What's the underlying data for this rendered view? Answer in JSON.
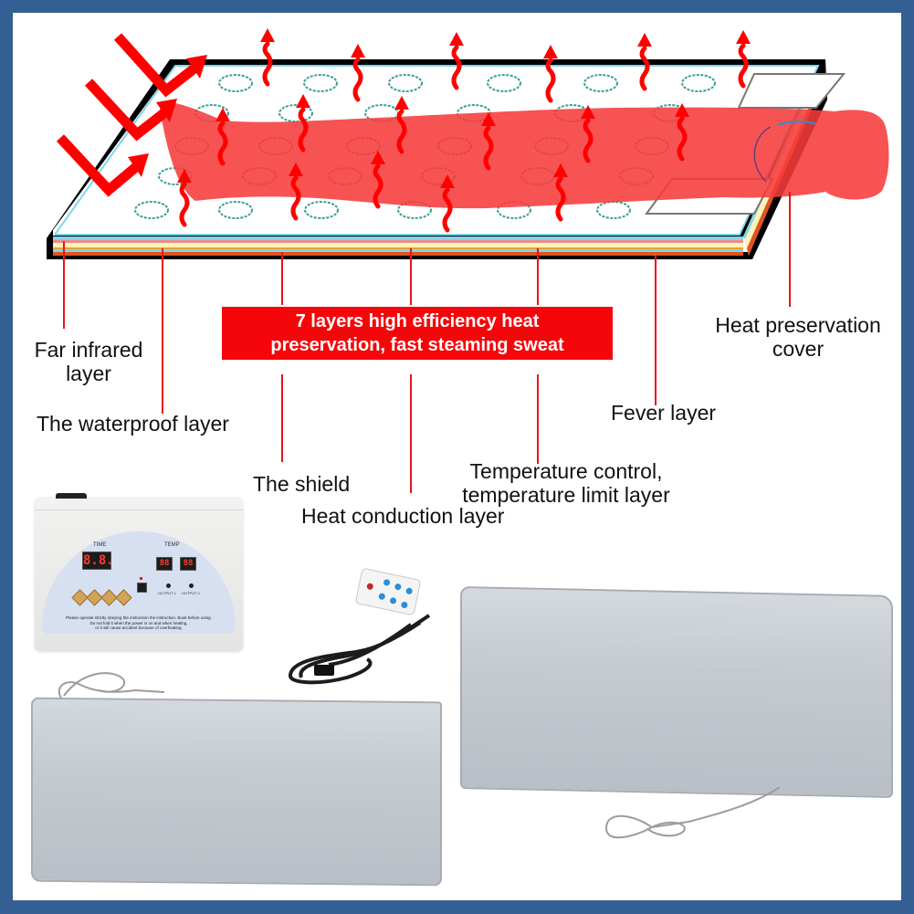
{
  "frame": {
    "border_color": "#345f94",
    "background": "#ffffff"
  },
  "diagram": {
    "title_banner": {
      "line1": "7 layers high efficiency heat",
      "line2": "preservation, fast steaming sweat",
      "background": "#f5060b",
      "text_color": "#ffffff"
    },
    "layer_labels": [
      {
        "id": "far-infrared",
        "line1": "Far infrared",
        "line2": "layer"
      },
      {
        "id": "waterproof",
        "line1": "The waterproof layer"
      },
      {
        "id": "shield",
        "line1": "The shield"
      },
      {
        "id": "heat-conduction",
        "line1": "Heat conduction layer"
      },
      {
        "id": "temperature-control",
        "line1": "Temperature control,",
        "line2": "temperature limit layer"
      },
      {
        "id": "fever",
        "line1": "Fever layer"
      },
      {
        "id": "heat-preservation-cover",
        "line1": "Heat preservation",
        "line2": "cover"
      }
    ],
    "layer_colors": [
      "#7fd6ea",
      "#f08a8a",
      "#fbf3b8",
      "#e8a23a",
      "#7fd6ea",
      "#e2541f"
    ],
    "leader_color": "#e8141b",
    "body_color": "#f63b3b",
    "heat_arrow_color": "#ff0000",
    "pad_dot_color": "#3a9f94"
  },
  "products": {
    "controller": {
      "time_label": "TIME",
      "temp_label": "TEMP",
      "time_display": "8.8.",
      "temp_display_1": "88",
      "temp_display_2": "88",
      "output_1": "OUTPUT 1",
      "output_2": "OUTPUT 2",
      "warning_line1": "Please operate strictly obeying the instruction the instruction. Book before using.",
      "warning_line2": "Do not fold it when the power is on and when heating,",
      "warning_line3": "or it will cause accident because of overheating."
    },
    "remote": {
      "name": "remote-control"
    },
    "blankets": [
      {
        "name": "sauna-blanket-left",
        "color": "#c4cad0"
      },
      {
        "name": "sauna-blanket-right",
        "color": "#c4cad0"
      }
    ]
  }
}
